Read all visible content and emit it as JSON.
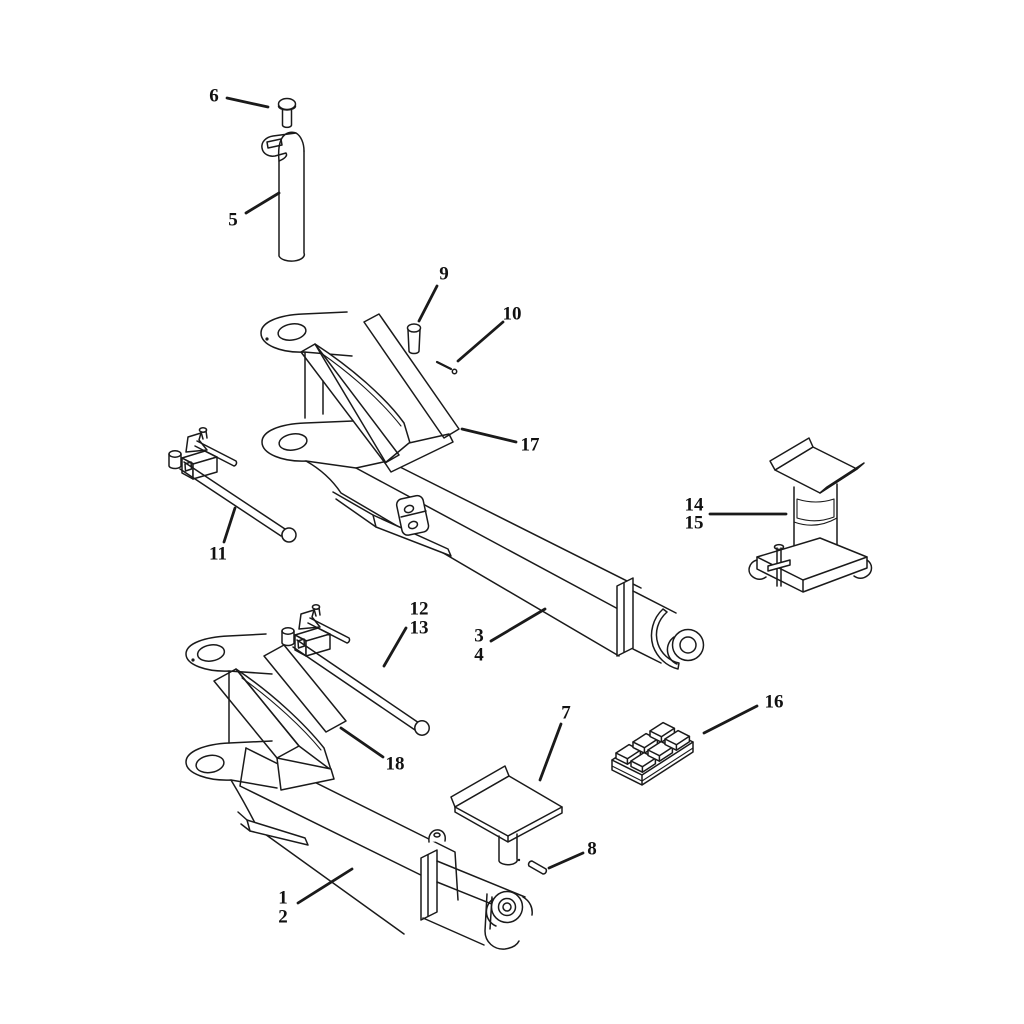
{
  "diagram": {
    "type": "exploded-parts-diagram",
    "colors": {
      "background": "#ffffff",
      "ink": "#1a1a1a"
    },
    "callouts": {
      "c1": {
        "label": "1"
      },
      "c2": {
        "label": "2"
      },
      "c3": {
        "label": "3"
      },
      "c4": {
        "label": "4"
      },
      "c5": {
        "label": "5"
      },
      "c6": {
        "label": "6"
      },
      "c7": {
        "label": "7"
      },
      "c8": {
        "label": "8"
      },
      "c9": {
        "label": "9"
      },
      "c10": {
        "label": "10"
      },
      "c11": {
        "label": "11"
      },
      "c12": {
        "label": "12"
      },
      "c13": {
        "label": "13"
      },
      "c14": {
        "label": "14"
      },
      "c15": {
        "label": "15"
      },
      "c16": {
        "label": "16"
      },
      "c17": {
        "label": "17"
      },
      "c18": {
        "label": "18"
      }
    }
  }
}
